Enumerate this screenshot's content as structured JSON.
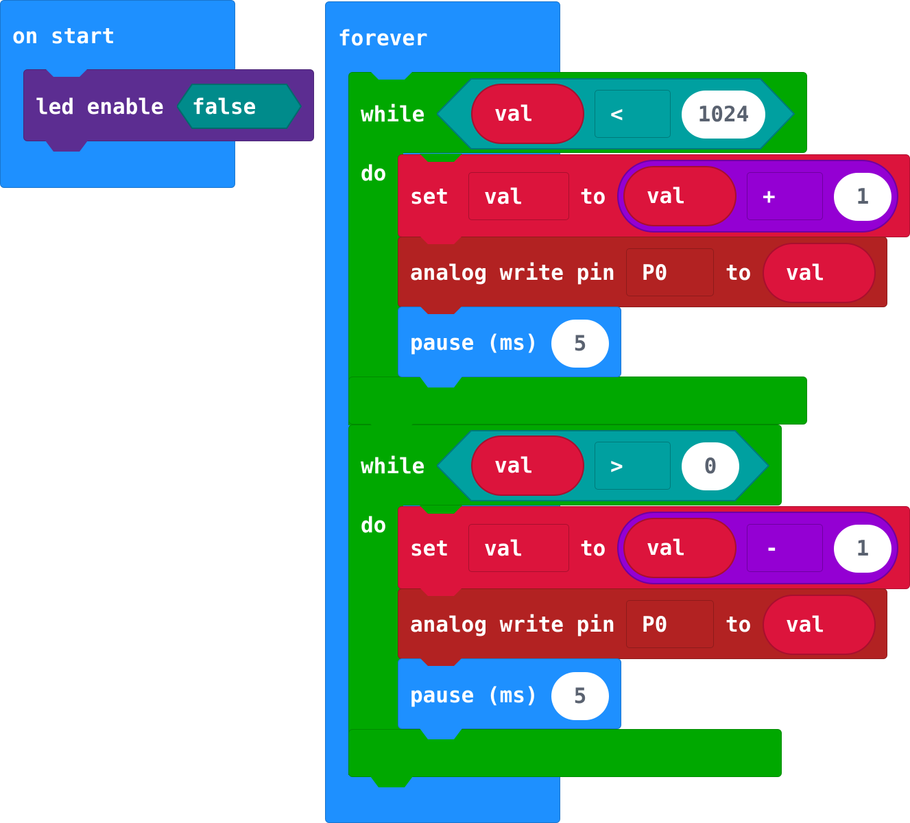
{
  "on_start": {
    "label": "on start",
    "led_enable": {
      "label": "led enable",
      "value": "false"
    }
  },
  "forever": {
    "label": "forever",
    "loops": [
      {
        "while_label": "while",
        "do_label": "do",
        "condition": {
          "left": "val",
          "operator": "<",
          "right": "1024"
        },
        "set": {
          "set_label": "set",
          "variable": "val",
          "to_label": "to",
          "left": "val",
          "operator": "+",
          "right": "1"
        },
        "analog": {
          "label": "analog write pin",
          "pin": "P0",
          "to_label": "to",
          "value": "val"
        },
        "pause": {
          "label": "pause (ms)",
          "value": "5"
        }
      },
      {
        "while_label": "while",
        "do_label": "do",
        "condition": {
          "left": "val",
          "operator": ">",
          "right": "0"
        },
        "set": {
          "set_label": "set",
          "variable": "val",
          "to_label": "to",
          "left": "val",
          "operator": "-",
          "right": "1"
        },
        "analog": {
          "label": "analog write pin",
          "pin": "P0",
          "to_label": "to",
          "value": "val"
        },
        "pause": {
          "label": "pause (ms)",
          "value": "5"
        }
      }
    ]
  },
  "colors": {
    "event": "#1e90ff",
    "led": "#5c2d91",
    "logic": "#00a800",
    "comparison": "#00a0a0",
    "variables": "#dc143c",
    "pins": "#b22222",
    "math": "#9400d3",
    "boolean": "#008b8b"
  }
}
